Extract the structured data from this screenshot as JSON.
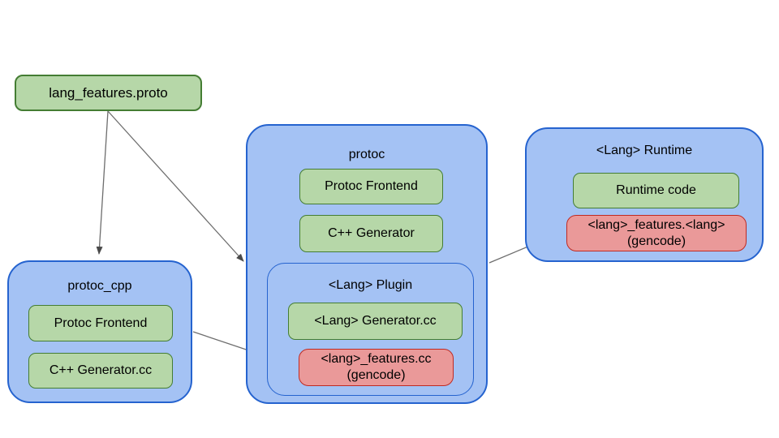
{
  "diagram": {
    "proto_file": {
      "label": "lang_features.proto"
    },
    "protoc_cpp": {
      "title": "protoc_cpp",
      "frontend": "Protoc Frontend",
      "generator": "C++ Generator.cc"
    },
    "protoc": {
      "title": "protoc",
      "frontend": "Protoc Frontend",
      "generator": "C++ Generator",
      "plugin": {
        "title": "<Lang> Plugin",
        "generator": "<Lang> Generator.cc",
        "gencode_line1": "<lang>_features.cc",
        "gencode_line2": "(gencode)"
      }
    },
    "runtime": {
      "title": "<Lang> Runtime",
      "runtime_code": "Runtime code",
      "gencode_line1": "<lang>_features.<lang>",
      "gencode_line2": "(gencode)"
    },
    "edges": [
      {
        "from": "lang_features.proto",
        "to": "protoc_cpp"
      },
      {
        "from": "lang_features.proto",
        "to": "protoc"
      },
      {
        "from": "protoc_cpp",
        "to": "<lang>_features.cc (gencode)"
      },
      {
        "from": "protoc <Lang> Plugin",
        "to": "<lang>_features.<lang> (gencode)"
      }
    ],
    "colors": {
      "container_fill": "#a4c2f4",
      "container_border": "#2563cf",
      "green_fill": "#b6d7a8",
      "green_border": "#447d33",
      "red_fill": "#ea9999",
      "red_border": "#c02a22",
      "arrow_line": "#6e6e6e",
      "arrow_head": "#4a4a4a",
      "text": "#000000",
      "background": "#ffffff"
    }
  }
}
